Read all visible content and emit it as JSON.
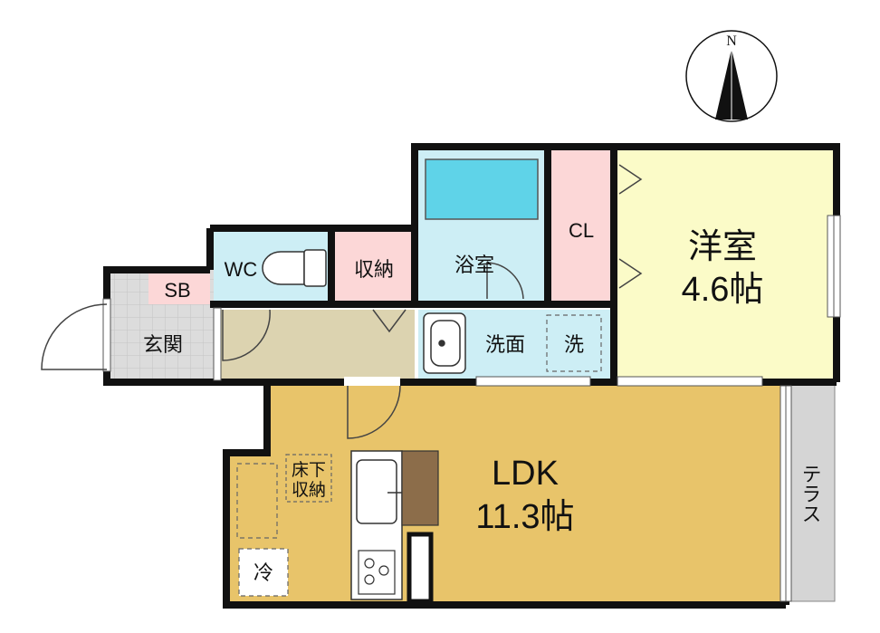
{
  "compass": {
    "north_label": "N"
  },
  "rooms": {
    "western_room": {
      "name": "洋室",
      "size": "4.6帖"
    },
    "ldk": {
      "name": "LDK",
      "size": "11.3帖"
    },
    "entrance": {
      "name": "玄関"
    },
    "shoe_box": {
      "name": "SB"
    },
    "toilet": {
      "name": "WC"
    },
    "storage": {
      "name": "収納"
    },
    "bathroom": {
      "name": "浴室"
    },
    "closet": {
      "name": "CL"
    },
    "washroom": {
      "name": "洗面"
    },
    "washer": {
      "name": "洗"
    },
    "underfloor_storage": {
      "line1": "床下",
      "line2": "収納"
    },
    "fridge": {
      "name": "冷"
    },
    "terrace": {
      "name": "テラス"
    }
  },
  "colors": {
    "wall": "#111111",
    "western_room": "#fbfbc8",
    "ldk": "#e8c46a",
    "corridor": "#dcd3b0",
    "water": "#cdeef5",
    "tub": "#5fd3e8",
    "pink": "#fcd7d7",
    "entrance_tile": "#dcdcdc",
    "terrace": "#d5d5d5",
    "counter": "#8c6d4a"
  }
}
